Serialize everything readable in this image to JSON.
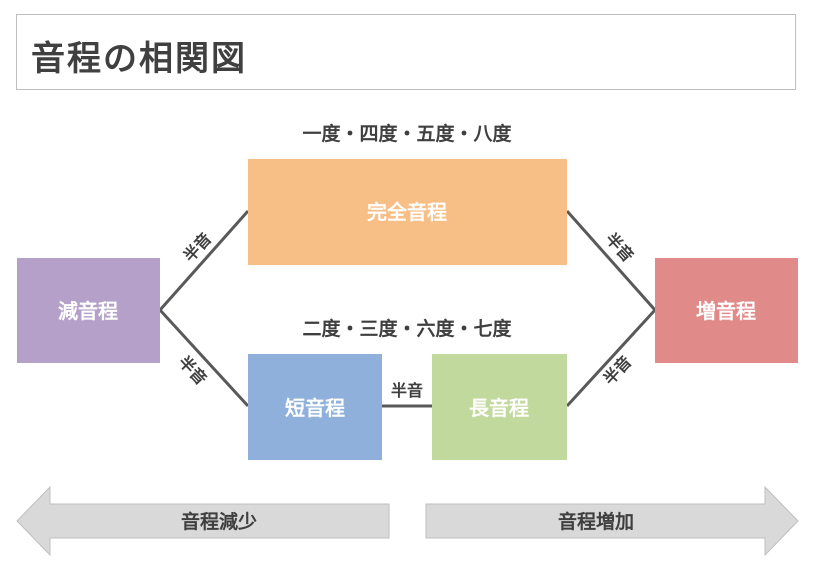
{
  "title": "音程の相関図",
  "boxes": {
    "diminished": {
      "label": "減音程",
      "color": "#b4a0c8"
    },
    "perfect": {
      "label": "完全音程",
      "color": "#f7be86"
    },
    "minor": {
      "label": "短音程",
      "color": "#8eb0da"
    },
    "major": {
      "label": "長音程",
      "color": "#c2d99e"
    },
    "augmented": {
      "label": "増音程",
      "color": "#e08a8a"
    }
  },
  "interval_groups": {
    "perfect": "一度・四度・五度・八度",
    "minor_major": "二度・三度・六度・七度"
  },
  "steps": {
    "dim_to_perfect": "半音",
    "dim_to_minor": "半音",
    "perfect_to_aug": "半音",
    "major_to_aug": "半音",
    "minor_to_major": "半音"
  },
  "arrows": {
    "decrease": {
      "label": "音程減少"
    },
    "increase": {
      "label": "音程増加"
    }
  },
  "colors": {
    "line": "#595959",
    "arrow_fill": "#d9d9d9",
    "arrow_stroke": "#bfbfbf",
    "text": "#3f3f3f"
  }
}
